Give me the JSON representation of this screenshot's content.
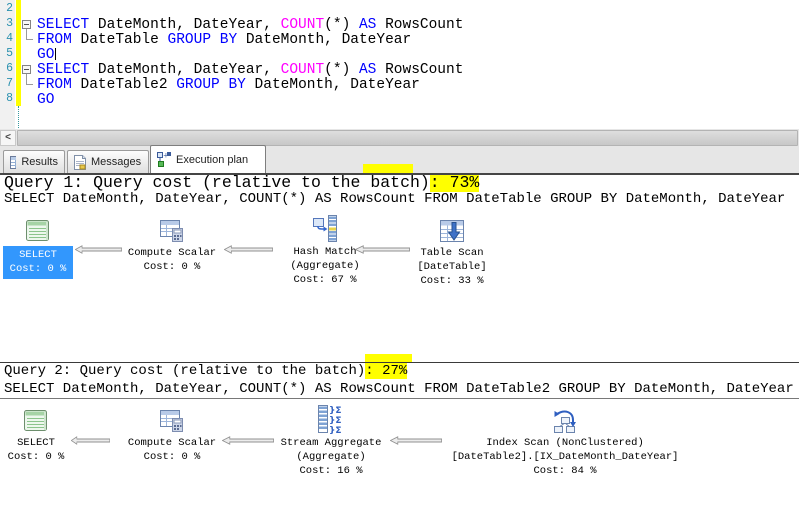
{
  "editor": {
    "line_numbers": [
      "2",
      "3",
      "4",
      "5",
      "6",
      "7",
      "8"
    ],
    "lines": {
      "l3": {
        "kw1": "SELECT",
        "txt1": " DateMonth, DateYear, ",
        "fn": "COUNT",
        "txt2": "(*) ",
        "kw2": "AS",
        "txt3": " RowsCount"
      },
      "l4": {
        "kw1": "FROM",
        "txt1": " DateTable ",
        "kw2": "GROUP BY",
        "txt2": " DateMonth, DateYear"
      },
      "l5": {
        "kw1": "GO"
      },
      "l6": {
        "kw1": "SELECT",
        "txt1": " DateMonth, DateYear, ",
        "fn": "COUNT",
        "txt2": "(*) ",
        "kw2": "AS",
        "txt3": " RowsCount"
      },
      "l7": {
        "kw1": "FROM",
        "txt1": " DateTable2 ",
        "kw2": "GROUP BY",
        "txt2": " DateMonth, DateYear"
      },
      "l8": {
        "kw1": "GO"
      }
    }
  },
  "scrollbar": {
    "left_arrow": "<"
  },
  "tabs": {
    "results": "Results",
    "messages": "Messages",
    "execution_plan": "Execution plan"
  },
  "plans": [
    {
      "header_prefix": "Query 1: Query cost (relative to the batch)",
      "header_highlight": ": 73%",
      "statement": "SELECT DateMonth, DateYear, COUNT(*) AS RowsCount FROM DateTable GROUP BY DateMonth, DateYear",
      "nodes": [
        {
          "lines": [
            "SELECT",
            "Cost: 0 %"
          ]
        },
        {
          "lines": [
            "Compute Scalar",
            "Cost: 0 %"
          ]
        },
        {
          "lines": [
            "Hash Match",
            "(Aggregate)",
            "Cost: 67 %"
          ]
        },
        {
          "lines": [
            "Table Scan",
            "[DateTable]",
            "Cost: 33 %"
          ]
        }
      ]
    },
    {
      "header_prefix": "Query 2: Query cost (relative to the batch)",
      "header_highlight": ": 27%",
      "statement": "SELECT DateMonth, DateYear, COUNT(*) AS RowsCount FROM DateTable2 GROUP BY DateMonth, DateYear",
      "nodes": [
        {
          "lines": [
            "SELECT",
            "Cost: 0 %"
          ]
        },
        {
          "lines": [
            "Compute Scalar",
            "Cost: 0 %"
          ]
        },
        {
          "lines": [
            "Stream Aggregate",
            "(Aggregate)",
            "Cost: 16 %"
          ]
        },
        {
          "lines": [
            "Index Scan (NonClustered)",
            "[DateTable2].[IX_DateMonth_DateYear]",
            "Cost: 84 %"
          ]
        }
      ]
    }
  ],
  "colors": {
    "keyword": "#0000ff",
    "function_keyword": "#ff00ff",
    "line_number": "#2b91af",
    "highlight": "#ffff00",
    "selected_node_bg": "#3297fd"
  }
}
